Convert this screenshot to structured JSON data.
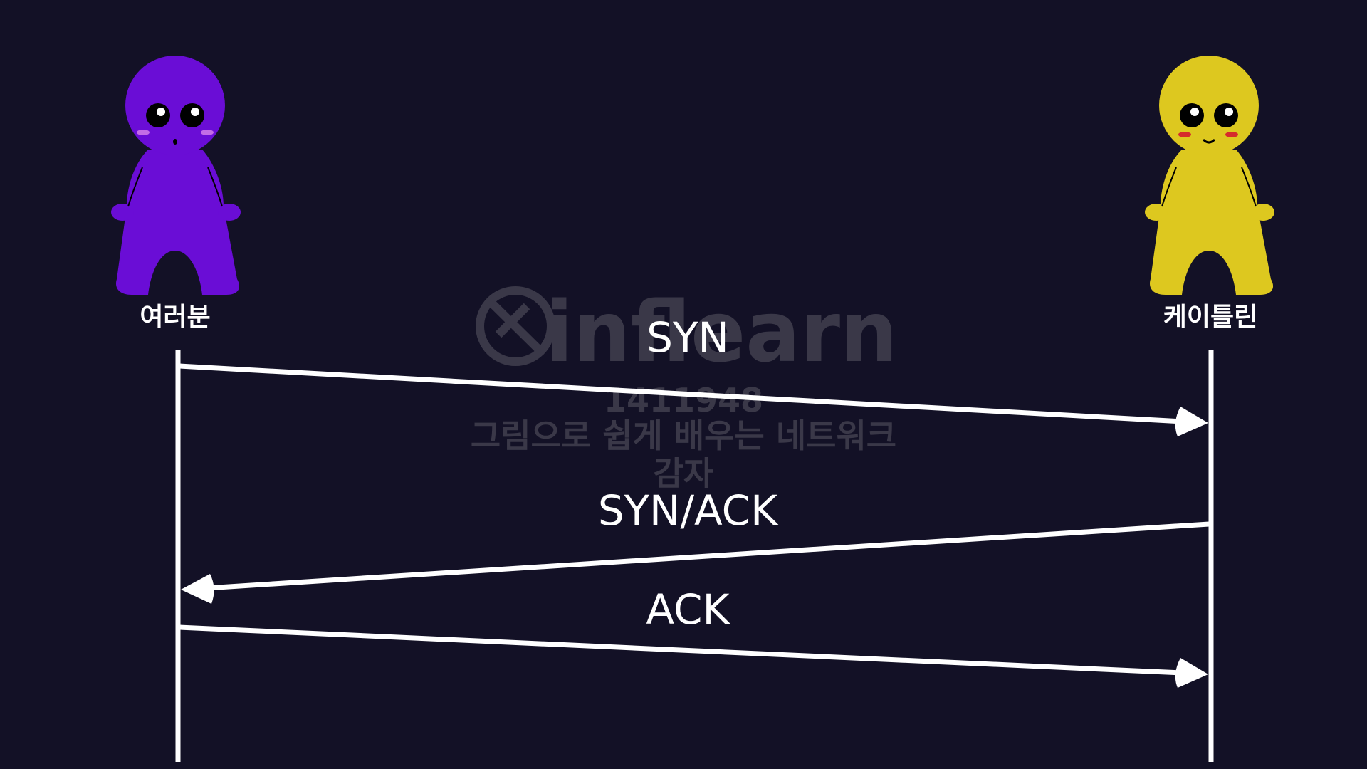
{
  "diagram": {
    "type": "sequence",
    "actors": [
      {
        "id": "left",
        "label": "여러분",
        "color": "#6a0dd6"
      },
      {
        "id": "right",
        "label": "케이틀린",
        "color": "#ddc81f"
      }
    ],
    "messages": [
      {
        "label": "SYN",
        "from": "left",
        "to": "right"
      },
      {
        "label": "SYN/ACK",
        "from": "right",
        "to": "left"
      },
      {
        "label": "ACK",
        "from": "left",
        "to": "right"
      }
    ]
  },
  "watermark": {
    "logo": "inflearn",
    "id": "1411948",
    "course": "그림으로 쉽게 배우는 네트워크",
    "role": "감자"
  },
  "colors": {
    "background": "#131126",
    "line": "#ffffff",
    "text": "#ffffff",
    "watermark": "#3a3848"
  }
}
